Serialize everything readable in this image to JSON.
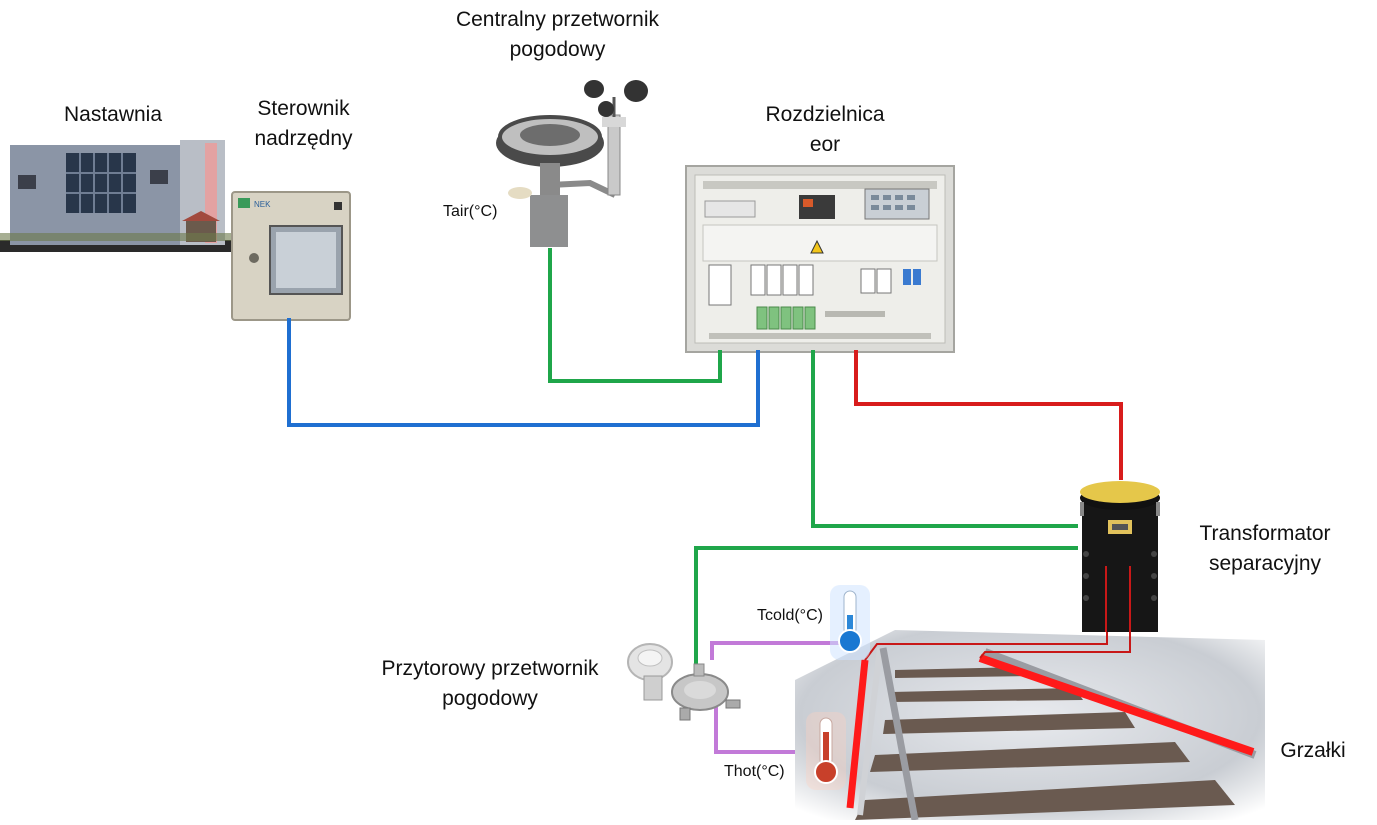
{
  "labels": {
    "nastawnia": "Nastawnia",
    "sterownik": [
      "Sterownik",
      "nadrzędny"
    ],
    "centralny": [
      "Centralny przetwornik",
      "pogodowy"
    ],
    "rozdzielnica": [
      "Rozdzielnica",
      "eor"
    ],
    "transformator": [
      "Transformator",
      "separacyjny"
    ],
    "przytorowy": [
      "Przytorowy przetwornik",
      "pogodowy"
    ],
    "grzalki": "Grzałki",
    "tair": "Tair(°C)",
    "tcold": "Tcold(°C)",
    "thot": "Thot(°C)",
    "controller_brand": "NEK"
  },
  "colors": {
    "control_link": "#1f6fd1",
    "signal_link": "#1fa64a",
    "power_link": "#d81c1c",
    "sensor_link": "#c27ad8"
  }
}
